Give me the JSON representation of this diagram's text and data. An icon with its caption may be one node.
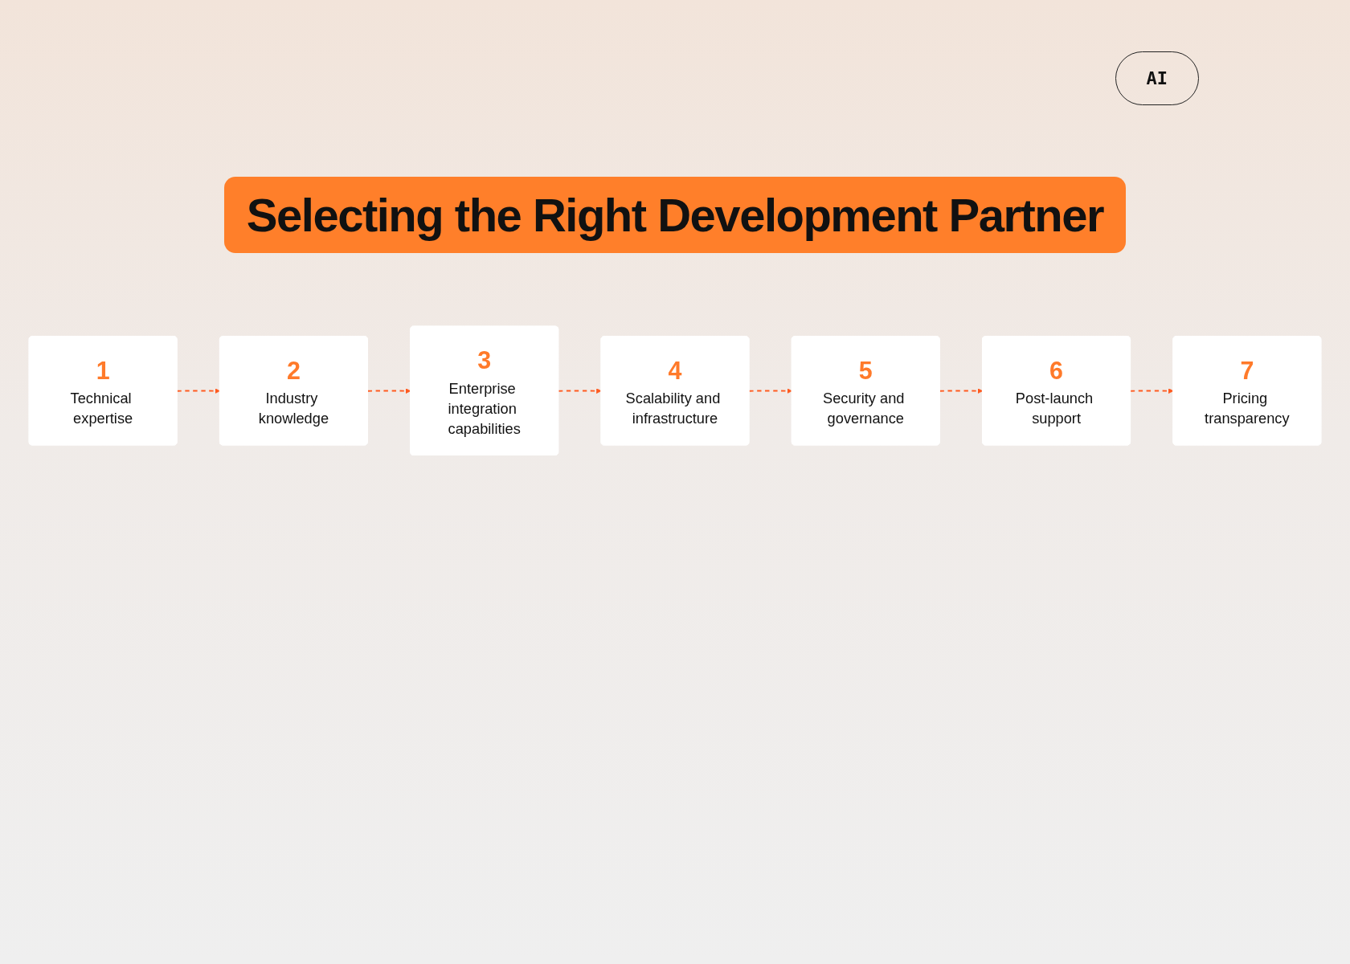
{
  "diagram": {
    "title": "Selecting the Right Development Partner",
    "nodes": [
      {
        "text": [
          "1",
          "Technical expertise"
        ]
      },
      {
        "text": [
          "2",
          "Industry knowledge"
        ]
      },
      {
        "text": [
          "3",
          "Enterprise integration capabilities"
        ]
      },
      {
        "text": [
          "4",
          "Scalability and infrastructure"
        ]
      },
      {
        "text": [
          "5",
          "Security and governance"
        ]
      },
      {
        "text": [
          "6",
          "Post-launch support"
        ]
      },
      {
        "text": [
          "7",
          "Pricing transparency"
        ]
      }
    ],
    "edges": [
      {
        "from": 0,
        "to": 1,
        "arrow": "to",
        "style": "dashed"
      },
      {
        "from": 1,
        "to": 2,
        "arrow": "to",
        "style": "dashed"
      },
      {
        "from": 2,
        "to": 3,
        "arrow": "to",
        "style": "dashed"
      },
      {
        "from": 3,
        "to": 4,
        "arrow": "to",
        "style": "dashed"
      },
      {
        "from": 4,
        "to": 5,
        "arrow": "to",
        "style": "dashed"
      },
      {
        "from": 5,
        "to": 6,
        "arrow": "to",
        "style": "dashed"
      }
    ],
    "labels": [
      "AI"
    ]
  }
}
